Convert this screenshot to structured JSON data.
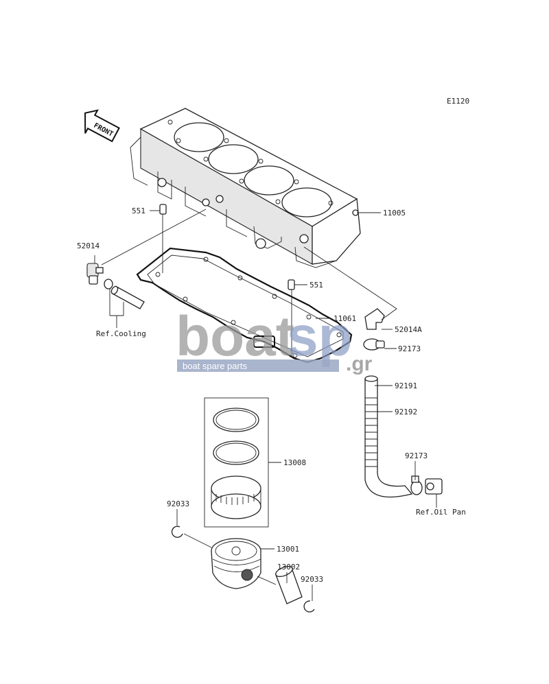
{
  "diagram": {
    "code": "E1120",
    "front_label": "FRONT",
    "parts": [
      {
        "id": "cylinder",
        "number": "11005"
      },
      {
        "id": "dowel-pin-upper",
        "number": "551"
      },
      {
        "id": "dowel-pin-lower",
        "number": "551"
      },
      {
        "id": "fitting-left",
        "number": "52014"
      },
      {
        "id": "cylinder-gasket",
        "number": "11061"
      },
      {
        "id": "fitting-right",
        "number": "52014A"
      },
      {
        "id": "clamp-upper",
        "number": "92173"
      },
      {
        "id": "hose-end",
        "number": "92191"
      },
      {
        "id": "hose",
        "number": "92192"
      },
      {
        "id": "clamp-lower",
        "number": "92173"
      },
      {
        "id": "piston-ring-set",
        "number": "13008"
      },
      {
        "id": "circlip-left",
        "number": "92033"
      },
      {
        "id": "piston",
        "number": "13001"
      },
      {
        "id": "piston-pin",
        "number": "13002"
      },
      {
        "id": "circlip-right",
        "number": "92033"
      }
    ],
    "refs": {
      "cooling": "Ref.Cooling",
      "oil_pan": "Ref.Oil Pan"
    }
  },
  "watermark": {
    "brand_a": "boat",
    "brand_b": "sp",
    "domain": ".gr",
    "tagline": "boat spare parts"
  }
}
